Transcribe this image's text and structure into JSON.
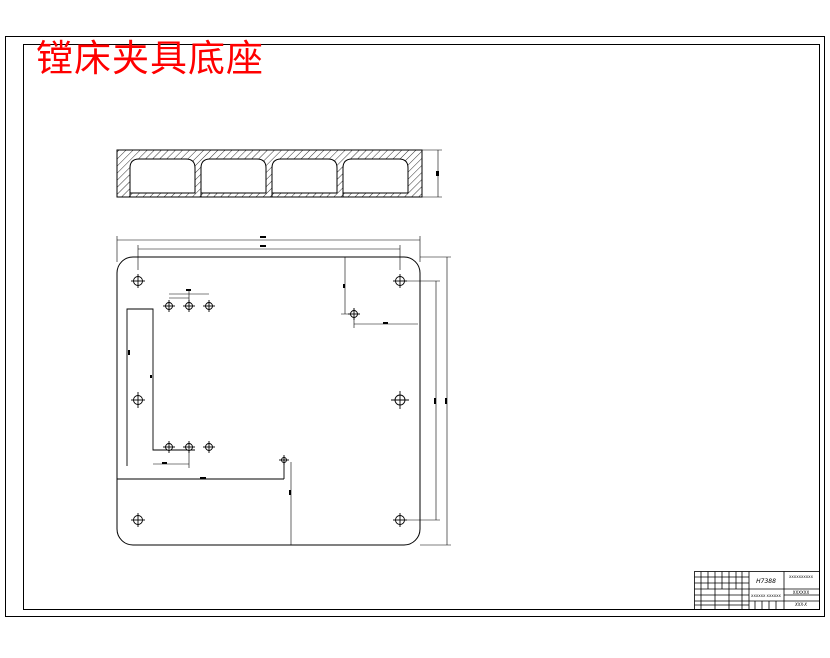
{
  "drawing": {
    "title": "镗床夹具底座"
  },
  "title_block": {
    "drawing_code": "H7388",
    "company_line": "XXXXXXXXXX",
    "part_name": "XXXXXX",
    "material_line": "XXXXXX XXXXXX",
    "sheet_number": "XXX-X"
  },
  "colors": {
    "title": "#ff0000",
    "lines": "#000000",
    "background": "#ffffff"
  }
}
